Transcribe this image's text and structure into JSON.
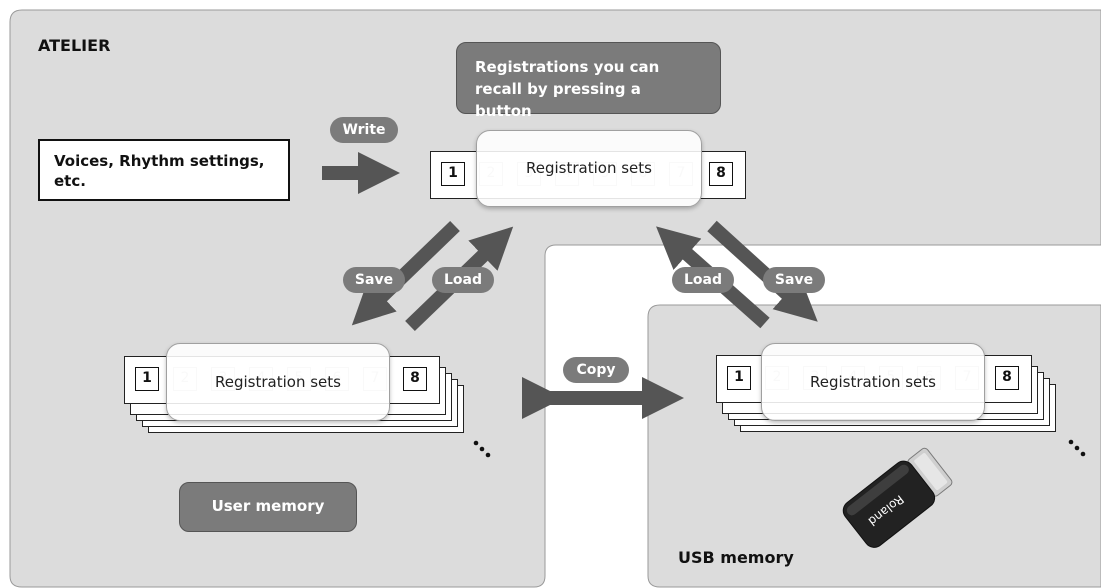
{
  "atelier_label": "ATELIER",
  "usb_label": "USB memory",
  "recall_box": "Registrations you can recall by pressing a button",
  "voices_box": "Voices, Rhythm settings, etc.",
  "user_memory": "User memory",
  "sets_label": "Registration sets",
  "slots": [
    "1",
    "2",
    "3",
    "4",
    "5",
    "6",
    "7",
    "8"
  ],
  "arrows": {
    "write": "Write",
    "save": "Save",
    "load": "Load",
    "copy": "Copy"
  },
  "usb_drive_brand": "Roland",
  "colors": {
    "panel": "#dcdcdc",
    "dark": "#7b7b7b",
    "arrow": "#555555"
  }
}
